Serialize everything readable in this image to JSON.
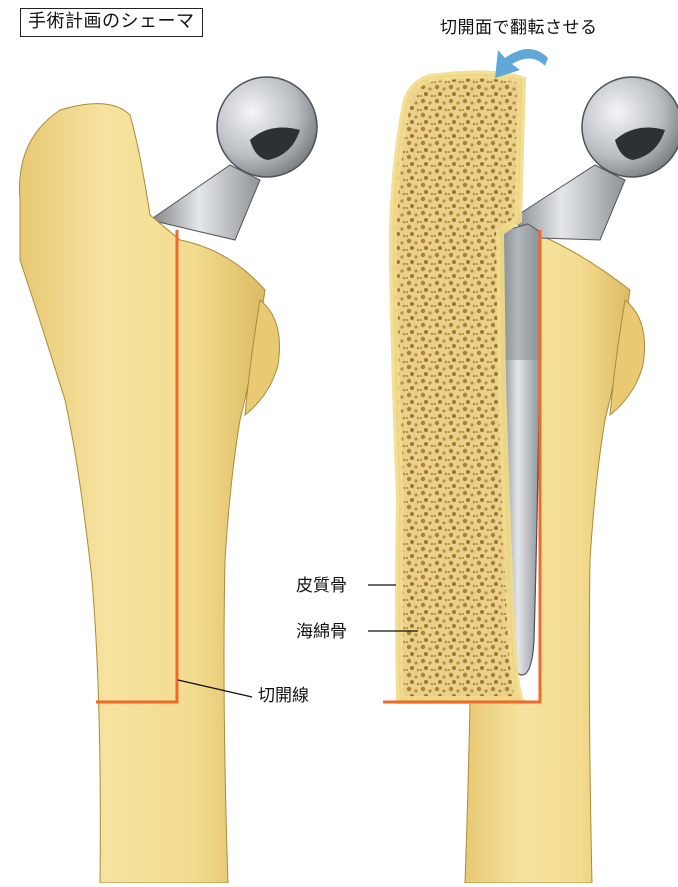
{
  "title": "手術計画のシェーマ",
  "labels": {
    "flip": "切開面で翻転させる",
    "cortical_bone": "皮質骨",
    "cancellous_bone": "海綿骨",
    "incision_line": "切開線"
  },
  "colors": {
    "bone": "#f2dc8c",
    "bone_shadow": "#d9b95a",
    "cancellous_bg": "#ead08c",
    "cancellous_pore": "#b88f36",
    "incision": "#ee6a2a",
    "arrow": "#5fa8d8",
    "metal": "#aeb3b8",
    "metal_dark": "#5b6066"
  }
}
